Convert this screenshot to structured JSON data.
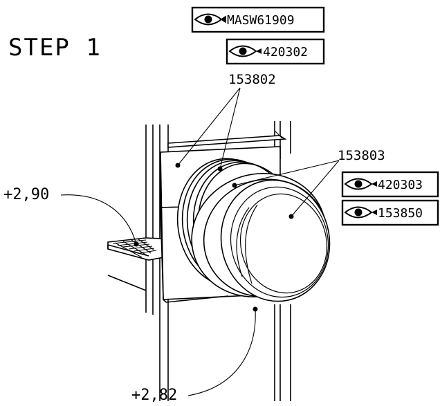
{
  "step_title": "STEP 1",
  "refs": [
    {
      "id": "ref-masw",
      "code": "MASW61909",
      "icon": "eye-icon"
    },
    {
      "id": "ref-420302",
      "code": "420302",
      "icon": "eye-icon"
    },
    {
      "id": "ref-420303",
      "code": "420303",
      "icon": "eye-icon"
    },
    {
      "id": "ref-153850",
      "code": "153850",
      "icon": "eye-icon"
    }
  ],
  "parts": {
    "panel_adapter": "153802",
    "duct_sleeve": "153803"
  },
  "elevations": {
    "upper": "+2,90",
    "lower": "+2,82"
  }
}
